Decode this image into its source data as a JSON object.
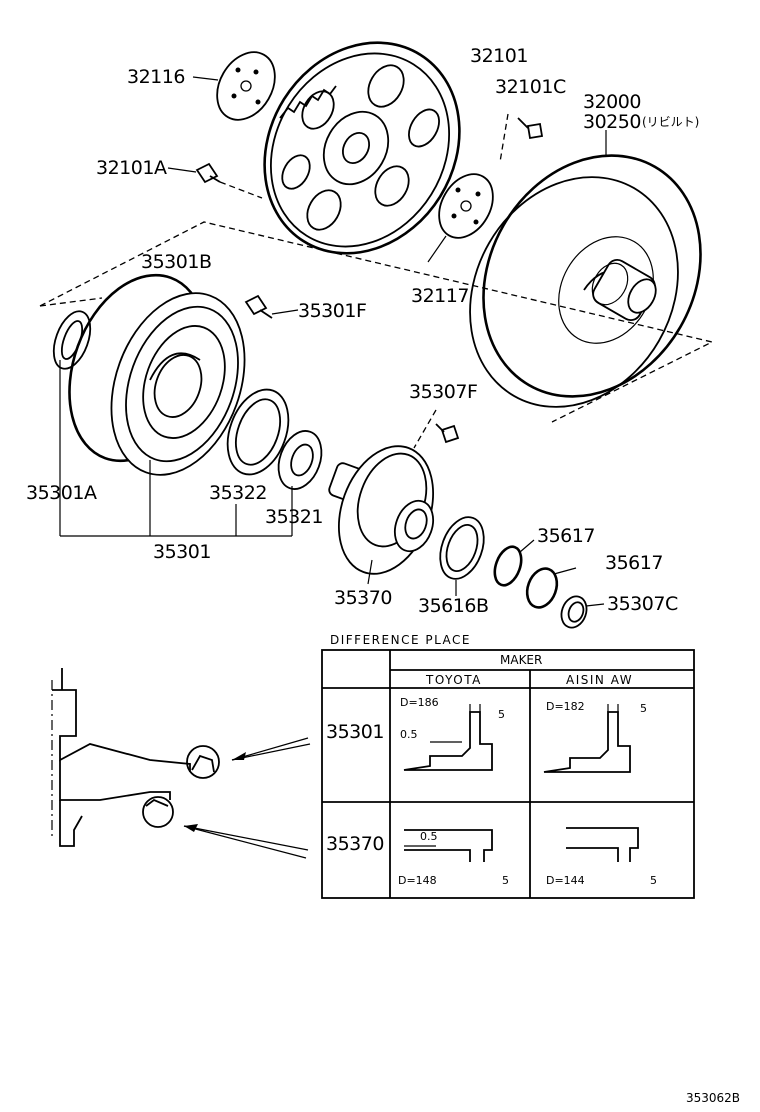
{
  "diagram": {
    "parts": {
      "p32101": "32101",
      "p32116": "32116",
      "p32101C": "32101C",
      "p32000": "32000",
      "p30250": "30250",
      "p30250_note": "(リビルト)",
      "p32101A": "32101A",
      "p32117": "32117",
      "p35301B": "35301B",
      "p35301F": "35301F",
      "p35307F": "35307F",
      "p35301A": "35301A",
      "p35322": "35322",
      "p35321": "35321",
      "p35301": "35301",
      "p35617a": "35617",
      "p35617b": "35617",
      "p35370": "35370",
      "p35616B": "35616B",
      "p35307C": "35307C"
    },
    "difference_table": {
      "title": "DIFFERENCE PLACE",
      "maker_header": "MAKER",
      "columns": [
        "TOYOTA",
        "AISIN AW"
      ],
      "rows": [
        {
          "part": "35301",
          "toyota": {
            "d": "D=186",
            "gap": "0.5",
            "dim": "5"
          },
          "aisin": {
            "d": "D=182",
            "dim": "5"
          }
        },
        {
          "part": "35370",
          "toyota": {
            "d": "D=148",
            "gap": "0.5",
            "dim": "5"
          },
          "aisin": {
            "d": "D=144",
            "dim": "5"
          }
        }
      ]
    },
    "figure_id": "353062B"
  }
}
